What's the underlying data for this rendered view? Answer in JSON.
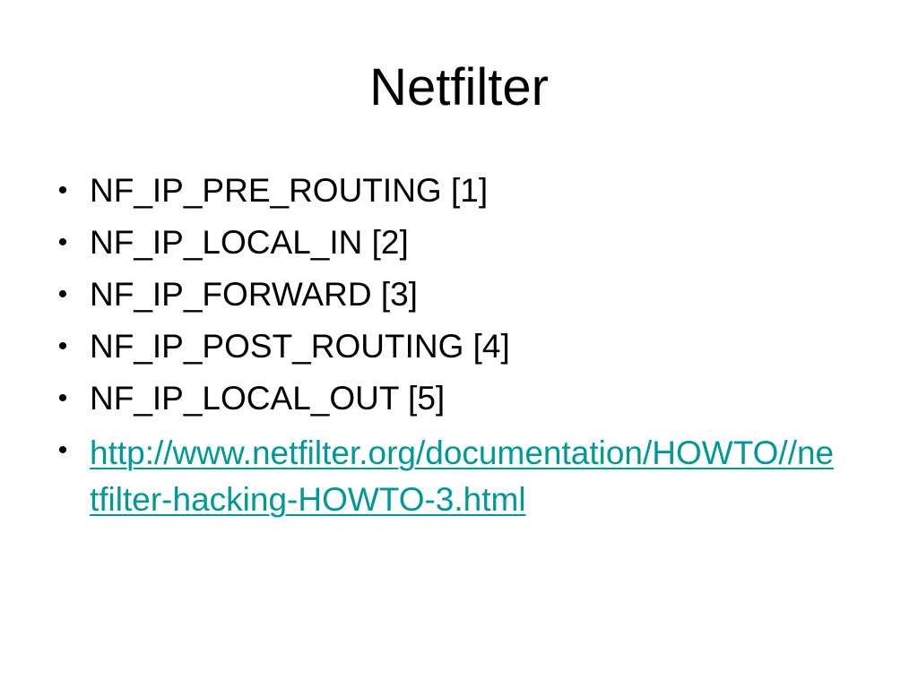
{
  "slide": {
    "title": "Netfilter",
    "bullet_symbol": "•",
    "items": [
      {
        "text": "NF_IP_PRE_ROUTING [1]"
      },
      {
        "text": "NF_IP_LOCAL_IN [2]"
      },
      {
        "text": "NF_IP_FORWARD [3]"
      },
      {
        "text": "NF_IP_POST_ROUTING [4]"
      },
      {
        "text": "NF_IP_LOCAL_OUT [5]"
      }
    ],
    "link": {
      "text": "http://www.netfilter.org/documentation/HOWTO//netfilter-hacking-HOWTO-3.html",
      "color": "#009999"
    }
  }
}
